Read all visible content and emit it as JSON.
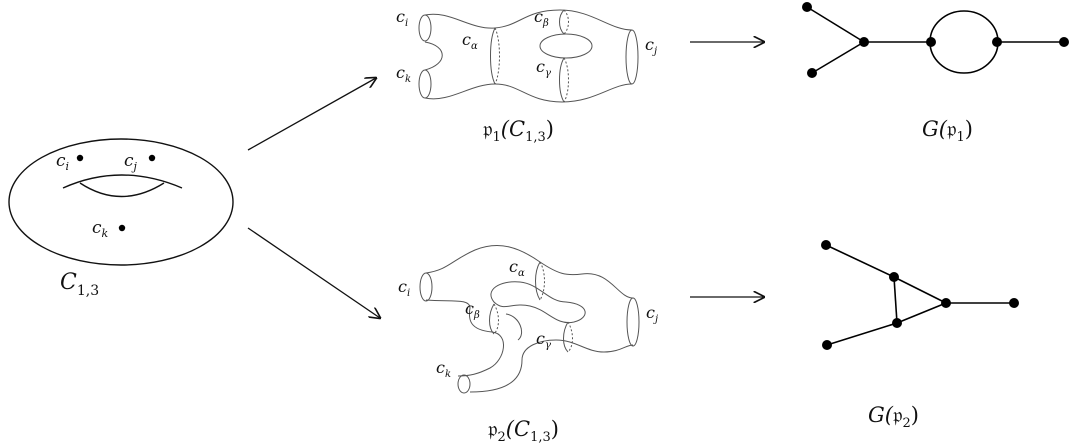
{
  "torus": {
    "points": [
      {
        "base": "c",
        "sub": "i"
      },
      {
        "base": "c",
        "sub": "j"
      },
      {
        "base": "c",
        "sub": "k"
      }
    ],
    "caption": {
      "base": "C",
      "sub": "1,3"
    }
  },
  "p1": {
    "boundary_labels": [
      {
        "base": "c",
        "sub": "i"
      },
      {
        "base": "c",
        "sub": "k"
      },
      {
        "base": "c",
        "sub": "j"
      }
    ],
    "curve_labels": [
      {
        "base": "c",
        "sub": "α"
      },
      {
        "base": "c",
        "sub": "β"
      },
      {
        "base": "c",
        "sub": "γ"
      }
    ],
    "caption": {
      "prefix": "𝔭",
      "idx": "1",
      "mid": "(C",
      "sub": "1,3",
      "suffix": ")"
    }
  },
  "p2": {
    "boundary_labels": [
      {
        "base": "c",
        "sub": "i"
      },
      {
        "base": "c",
        "sub": "k"
      },
      {
        "base": "c",
        "sub": "j"
      }
    ],
    "curve_labels": [
      {
        "base": "c",
        "sub": "α"
      },
      {
        "base": "c",
        "sub": "β"
      },
      {
        "base": "c",
        "sub": "γ"
      }
    ],
    "caption": {
      "prefix": "𝔭",
      "idx": "2",
      "mid": "(C",
      "sub": "1,3",
      "suffix": ")"
    }
  },
  "graph1": {
    "caption": {
      "prefix": "G(",
      "mid": "𝔭",
      "idx": "1",
      "suffix": ")"
    }
  },
  "graph2": {
    "caption": {
      "prefix": "G(",
      "mid": "𝔭",
      "idx": "2",
      "suffix": ")"
    }
  },
  "colors": {
    "ink": "#111111",
    "node": "#000000"
  }
}
